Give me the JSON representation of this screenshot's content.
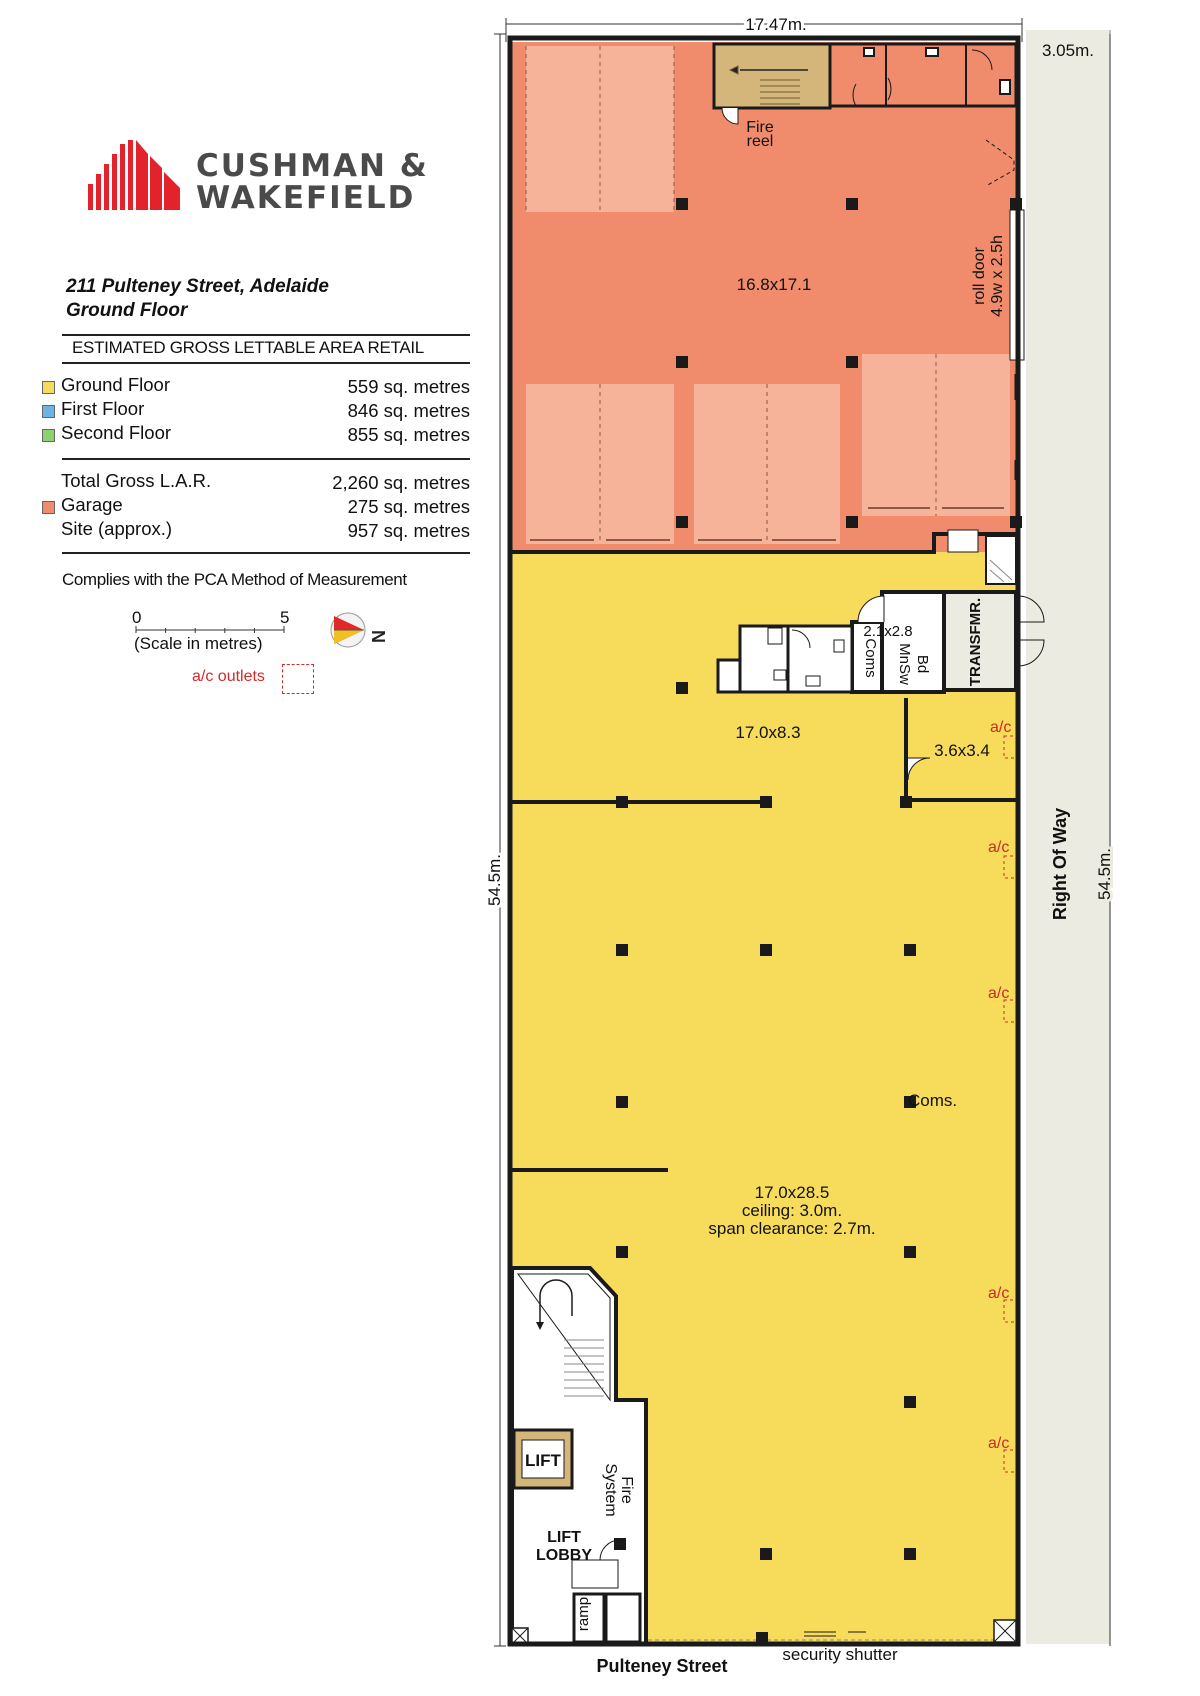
{
  "brand": {
    "line1": "CUSHMAN &",
    "line2": "WAKEFIELD"
  },
  "property": {
    "address": "211 Pulteney Street, Adelaide",
    "floor": "Ground Floor"
  },
  "area_table": {
    "title": "ESTIMATED GROSS LETTABLE AREA RETAIL",
    "rows": [
      {
        "label": "Ground Floor",
        "value": "559 sq. metres",
        "color": "#f7dc5c"
      },
      {
        "label": "First Floor",
        "value": "846 sq. metres",
        "color": "#6cb4e4"
      },
      {
        "label": "Second Floor",
        "value": "855 sq. metres",
        "color": "#8fd16a"
      }
    ],
    "total": {
      "label": "Total Gross L.A.R.",
      "value": "2,260 sq. metres"
    },
    "garage": {
      "label": "Garage",
      "value": "275 sq. metres",
      "color": "#f08c6c"
    },
    "site": {
      "label": "Site (approx.)",
      "value": "957 sq. metres"
    }
  },
  "compliance": "Complies with the PCA Method of Measurement",
  "scale": {
    "min": "0",
    "max": "5",
    "caption": "(Scale in metres)"
  },
  "north": "N",
  "ac_legend": "a/c outlets",
  "colors": {
    "garage": "#f08c6c",
    "garage_bay": "#f6b39a",
    "ground": "#f7dc5c",
    "row": "#ecebe1",
    "wall": "#1a1a1a",
    "ac": "#cc2a2a",
    "stair": "#d4b67a"
  },
  "plan": {
    "dim_top": "17.47m.",
    "dim_row_width": "3.05m.",
    "dim_left": "54.5m.",
    "dim_right": "54.5m.",
    "right_of_way": "Right Of Way",
    "garage_room": "16.8x17.1",
    "fire_reel": [
      "Fire",
      "reel"
    ],
    "roll_door": [
      "roll door",
      "4.9w x 2.5h"
    ],
    "coms_vertical": "Coms",
    "room_small": "2.1x2.8",
    "mnsw": [
      "MnSw",
      "Bd"
    ],
    "transformer": "TRANSFMR.",
    "room_17x8": "17.0x8.3",
    "room_36": "3.6x3.4",
    "ac_label": "a/c",
    "coms": "Coms.",
    "main_room": [
      "17.0x28.5",
      "ceiling: 3.0m.",
      "span clearance: 2.7m."
    ],
    "lift": "LIFT",
    "lift_lobby": [
      "LIFT",
      "LOBBY"
    ],
    "fire_system": [
      "Fire",
      "System"
    ],
    "ramp": "ramp",
    "street": "Pulteney Street",
    "security_shutter": "security shutter"
  }
}
